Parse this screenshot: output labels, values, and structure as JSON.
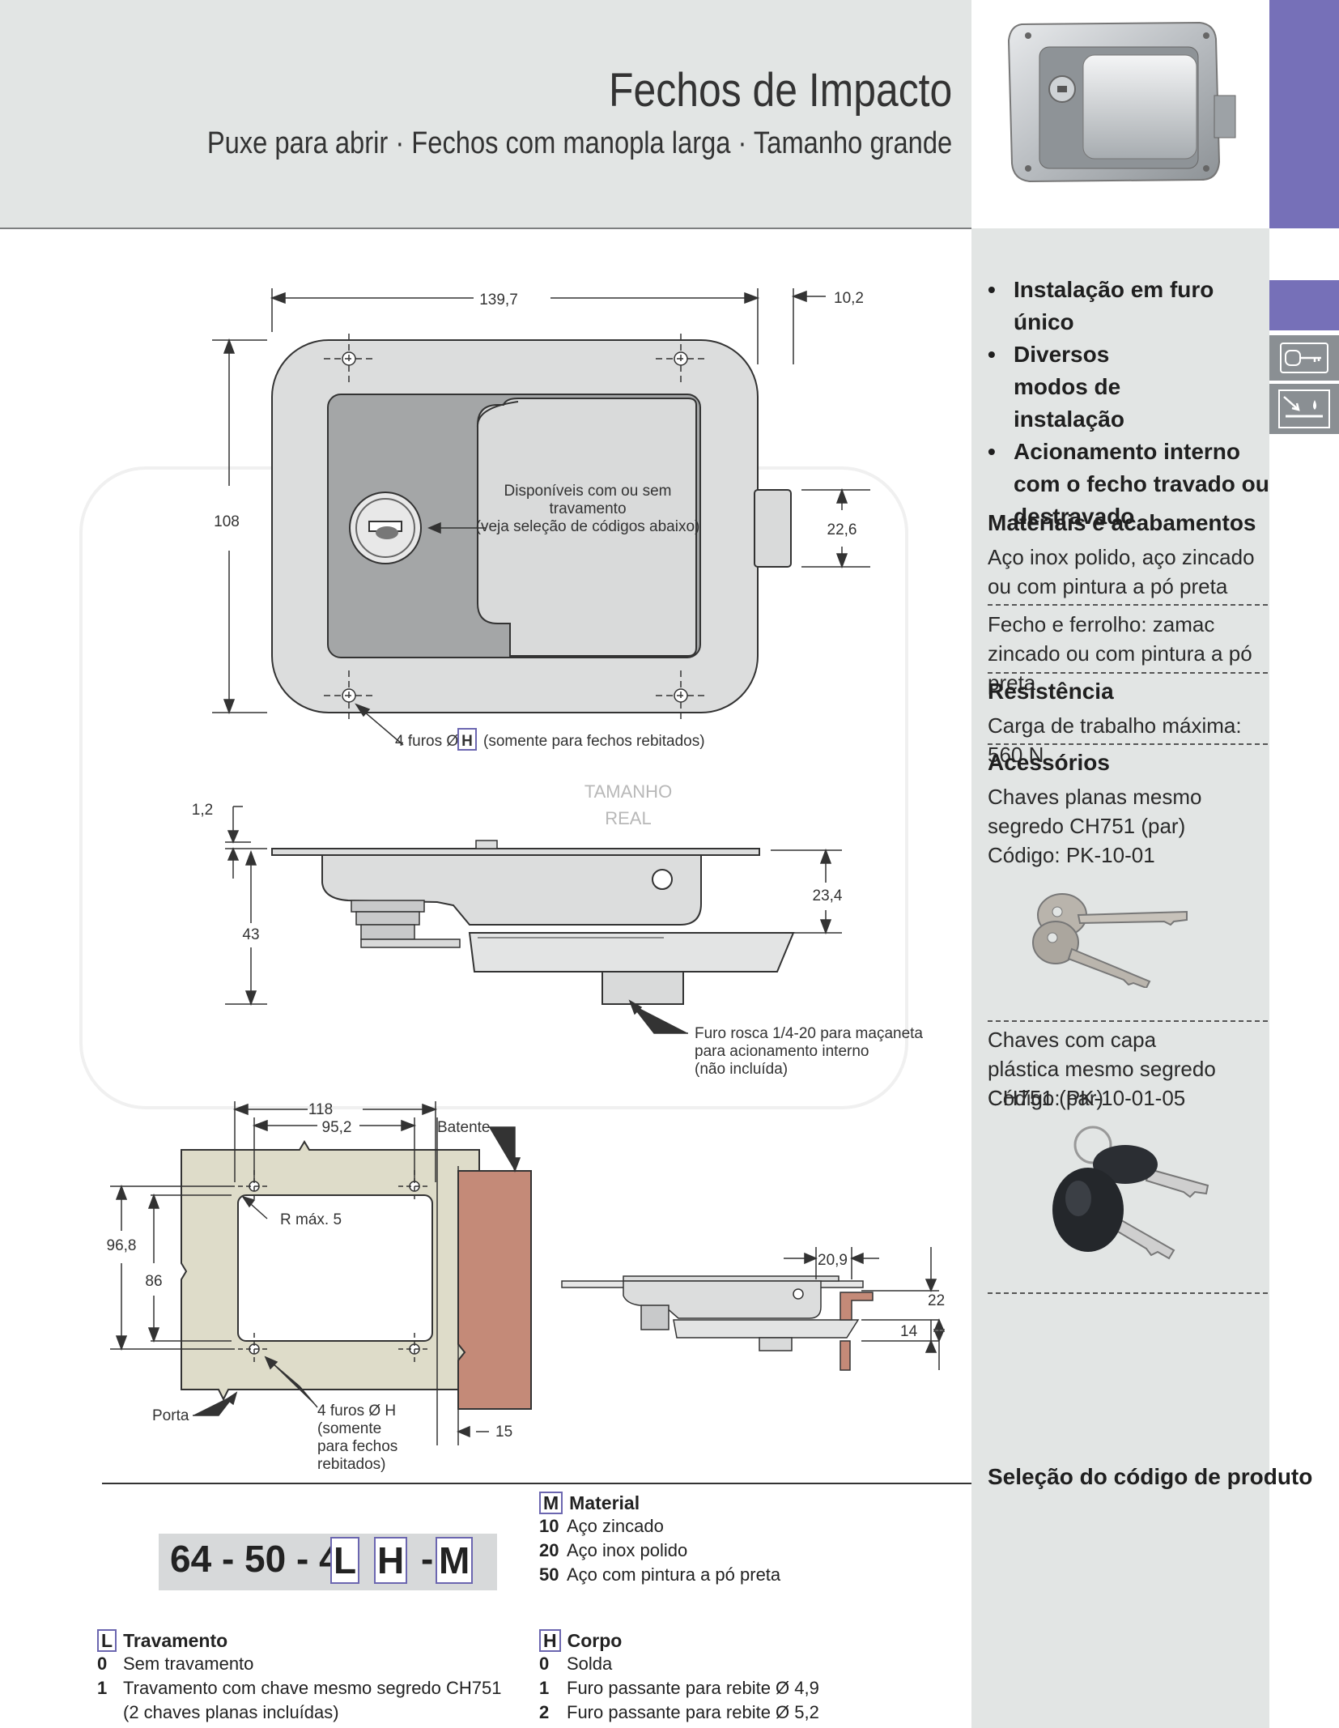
{
  "header": {
    "title": "Fechos de Impacto",
    "subtitle": "Puxe para abrir · Fechos com manopla larga · Tamanho grande"
  },
  "features": [
    "Instalação em furo único",
    "Diversos modos de instalação",
    "Acionamento interno com o fecho travado ou destravado"
  ],
  "materials": {
    "heading": "Materiais e acabamentos",
    "items": [
      "Aço inox polido, aço zincado ou com pintura a pó preta",
      "Fecho e ferrolho: zamac zincado ou com pintura a pó preta"
    ]
  },
  "resistance": {
    "heading": "Resistência",
    "text": "Carga de trabalho máxima: 560 N"
  },
  "accessories": {
    "heading": "Acessórios",
    "item1": "Chaves planas mesmo segredo CH751 (par)",
    "item1_code": "Código: PK-10-01",
    "item2": "Chaves com capa plástica mesmo segredo CH751 (par)",
    "item2_code": "Código: PK-10-01-05"
  },
  "code_selection_heading": "Seleção do código de produto",
  "drawing": {
    "width_label": "139,7",
    "offset_label": "10,2",
    "height_label": "108",
    "bolt_label": "22,6",
    "lock_note_1": "Disponíveis com ou sem",
    "lock_note_2": "travamento",
    "lock_note_3": "(veja seleção de códigos abaixo)",
    "holes_pre": "4 furos Ø",
    "holes_letter": "H",
    "holes_post": "(somente para fechos rebitados)",
    "actual_size_1": "TAMANHO",
    "actual_size_2": "REAL",
    "flange_label": "1,2",
    "depth_label": "43",
    "side_label": "23,4",
    "thread_note_1": "Furo rosca 1/4-20 para maçaneta",
    "thread_note_2": "para acionamento interno",
    "thread_note_3": "(não incluída)",
    "cut_width_outer": "118",
    "cut_width_inner": "95,2",
    "stop_label": "Batente",
    "radius_label": "R máx. 5",
    "cut_height_outer": "96,8",
    "cut_height_inner": "86",
    "door_label": "Porta",
    "cut_holes_1": "4 furos Ø H",
    "cut_holes_2": "(somente",
    "cut_holes_3": "para fechos",
    "cut_holes_4": "rebitados)",
    "stop_offset": "15",
    "inst_width": "20,9",
    "inst_h1": "22",
    "inst_h2": "14"
  },
  "code": {
    "prefix": "64 - 50 - 4",
    "l": "L",
    "h": "H",
    "dash": "-",
    "m": "M"
  },
  "material_legend": {
    "letter": "M",
    "heading": "Material",
    "rows": [
      {
        "code": "10",
        "text": "Aço zincado"
      },
      {
        "code": "20",
        "text": "Aço inox polido"
      },
      {
        "code": "50",
        "text": "Aço com pintura a pó preta"
      }
    ]
  },
  "lock_legend": {
    "letter": "L",
    "heading": "Travamento",
    "rows": [
      {
        "code": "0",
        "text": "Sem travamento"
      },
      {
        "code": "1",
        "text": "Travamento com chave mesmo segredo CH751"
      }
    ],
    "extra": "(2 chaves planas incluídas)"
  },
  "body_legend": {
    "letter": "H",
    "heading": "Corpo",
    "rows": [
      {
        "code": "0",
        "text": "Solda"
      },
      {
        "code": "1",
        "text": "Furo passante para rebite Ø 4,9"
      },
      {
        "code": "2",
        "text": "Furo passante para rebite Ø 5,2"
      }
    ]
  },
  "colors": {
    "header_bg": "#e2e5e4",
    "purple": "#7670b8",
    "door": "#dedcc9",
    "stop": "#c48a78"
  },
  "icons": [
    "key-icon",
    "drill-icon"
  ]
}
